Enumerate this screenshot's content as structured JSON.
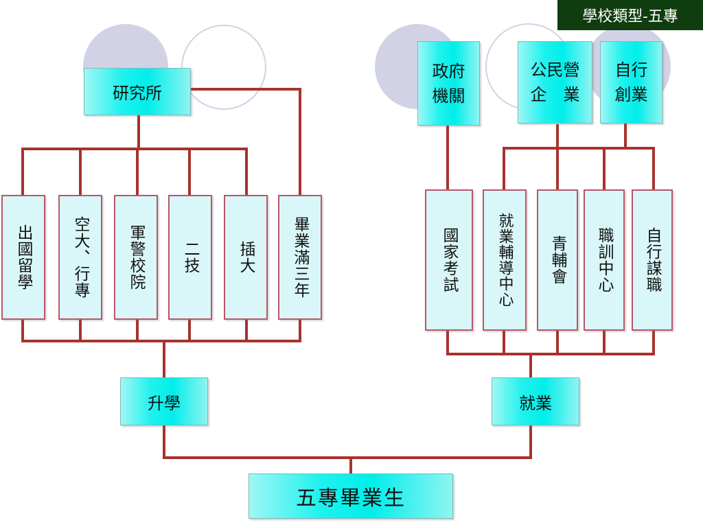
{
  "slide": {
    "tag": "學校類型-五專",
    "root": "五專畢業生",
    "further_study": {
      "label": "升學",
      "top": "研究所",
      "options": [
        "出國留學",
        "空大、行專",
        "軍警校院",
        "二技",
        "插大",
        "畢業滿三年"
      ]
    },
    "employment": {
      "label": "就業",
      "top": [
        {
          "line1": "政府",
          "line2": "機關"
        },
        {
          "line1": "公民營",
          "line2": "企　業"
        },
        {
          "line1": "自行",
          "line2": "創業"
        }
      ],
      "options": [
        "國家考試",
        "就業輔導中心",
        "青輔會",
        "職訓中心",
        "自行謀職"
      ]
    }
  },
  "colors": {
    "connector": "#a8322d",
    "box_fill": "#00eeea",
    "vertical_box_fill": "#d9f7f8",
    "vertical_box_border": "#b8566a",
    "circle_fill": "#d2d2e6",
    "circle_stroke": "#d2d2e6",
    "tag_bg": "#0f3d0f"
  }
}
